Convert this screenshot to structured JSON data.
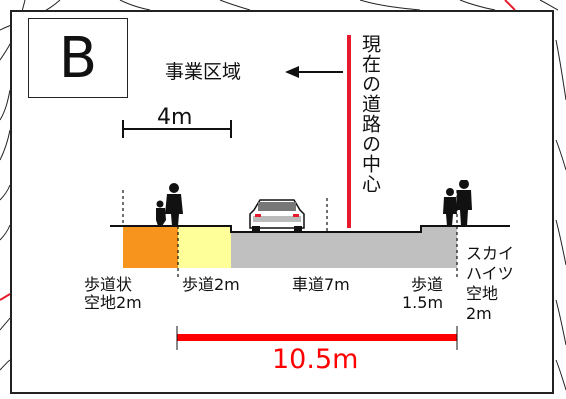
{
  "panel": {
    "letter": "B",
    "project_area_label": "事業区域",
    "road_center_label": "現在の道路の中心",
    "scale_label": "4m"
  },
  "segments": [
    {
      "label": "歩道状\n空地2m",
      "color": "#f7941d"
    },
    {
      "label": "歩道2m",
      "color": "#ffff99"
    },
    {
      "label": "車道7m",
      "color": "#c0c0c0"
    },
    {
      "label": "歩道\n1.5m",
      "color": "#c0c0c0"
    },
    {
      "label": "スカイ\nハイツ\n空地\n2m",
      "color": ""
    }
  ],
  "total_width_label": "10.5m",
  "colors": {
    "center_line": "#e8192c",
    "total_bar": "#ff0000",
    "total_text": "#ff0000",
    "walkway_orange": "#f7941d",
    "sidewalk_yellow": "#ffff99",
    "roadway_gray": "#c0c0c0"
  }
}
